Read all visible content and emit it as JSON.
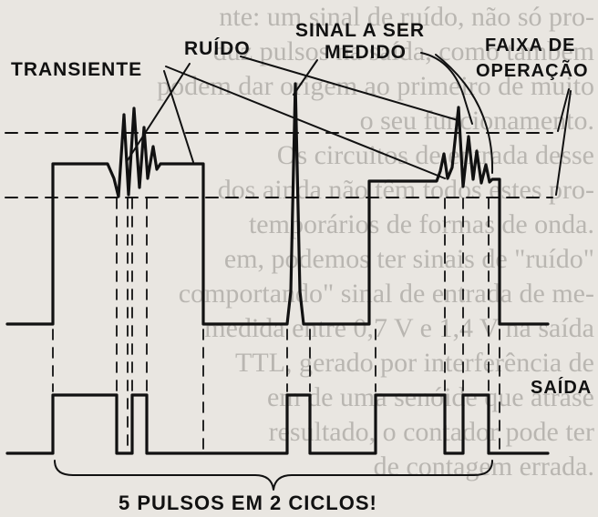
{
  "labels": {
    "transient": "TRANSIENTE",
    "noise": "RUÍDO",
    "signal_line1": "SINAL A SER",
    "signal_line2": "MEDIDO",
    "range_line1": "FAIXA DE",
    "range_line2": "OPERAÇÃO",
    "output": "SAÍDA",
    "pulse_count": "5 PULSOS EM 2 CICLOS!"
  },
  "background_text": [
    "nte: um sinal de ruído, não só pro-",
    "duz pulsos na saída, como também",
    "podem dar origem ao primeiro de muito",
    "o seu funcionamento.",
    "Os circuitos de entrada desse",
    "dos ainda não têm todos estes pro-",
    "temporários de formas de onda.",
    "em, podemos ter sinais de \"ruído\"",
    "comportando\" sinal de entrada de me-",
    "medida entre 0,7 V e 1,4 V na saída",
    "TTL, gerado por interferência de",
    "em de uma senóide que atrase",
    "resultado, o contador pode ter",
    "de contagem errada."
  ]
}
